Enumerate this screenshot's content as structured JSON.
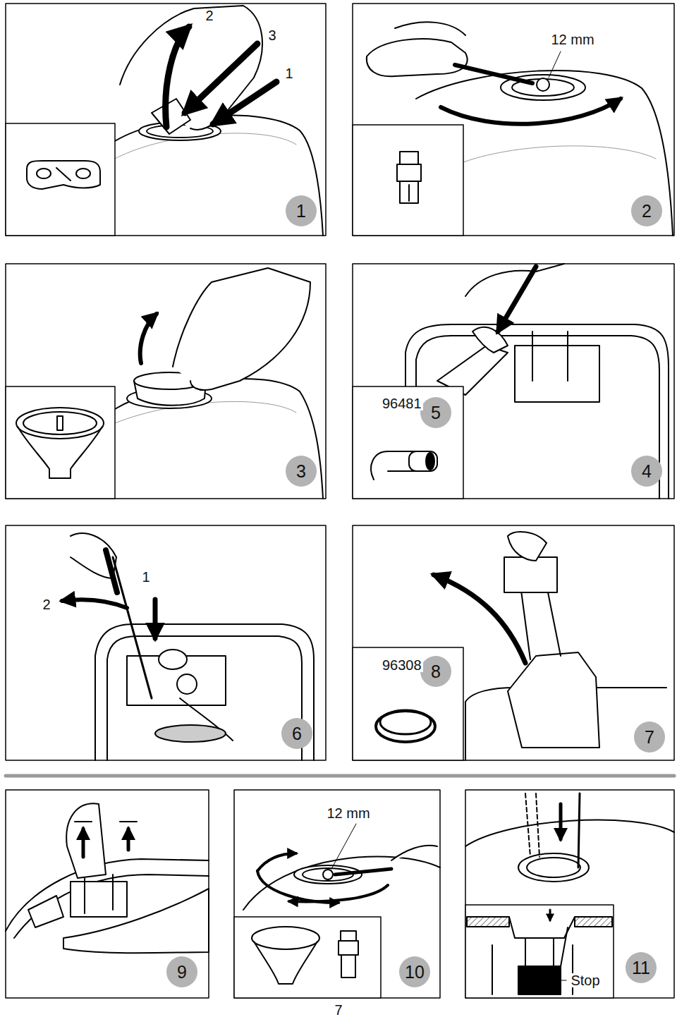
{
  "diagram": {
    "nodes": [
      {
        "text": [
          "1"
        ]
      },
      {
        "text": [
          "2"
        ]
      },
      {
        "text": [
          "3"
        ]
      },
      {
        "text": [
          "5"
        ]
      },
      {
        "text": [
          "4"
        ]
      },
      {
        "text": [
          "6"
        ]
      },
      {
        "text": [
          "8"
        ]
      },
      {
        "text": [
          "7"
        ]
      },
      {
        "text": [
          "9"
        ]
      },
      {
        "text": [
          "10"
        ]
      },
      {
        "text": [
          "11"
        ]
      }
    ],
    "edges": [],
    "labels": [
      "2",
      "3",
      "1",
      "12 mm",
      "96481",
      "2",
      "1",
      "96308",
      "12 mm",
      "Stop",
      "7"
    ]
  }
}
